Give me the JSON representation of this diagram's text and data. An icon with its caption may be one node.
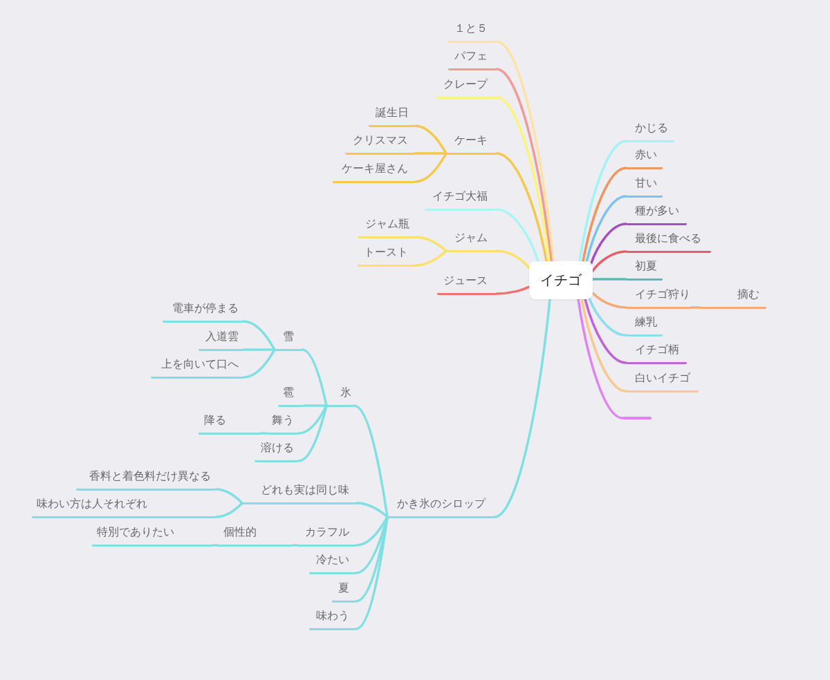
{
  "diagram": {
    "nodes": [
      {
        "text": [
          "イチゴ"
        ]
      },
      {
        "text": [
          "１と５"
        ]
      },
      {
        "text": [
          "パフェ"
        ]
      },
      {
        "text": [
          "クレープ"
        ]
      },
      {
        "text": [
          "ケーキ"
        ]
      },
      {
        "text": [
          "誕生日"
        ]
      },
      {
        "text": [
          "クリスマス"
        ]
      },
      {
        "text": [
          "ケーキ屋さん"
        ]
      },
      {
        "text": [
          "イチゴ大福"
        ]
      },
      {
        "text": [
          "ジャム"
        ]
      },
      {
        "text": [
          "ジャム瓶"
        ]
      },
      {
        "text": [
          "トースト"
        ]
      },
      {
        "text": [
          "ジュース"
        ]
      },
      {
        "text": [
          "かじる"
        ]
      },
      {
        "text": [
          "赤い"
        ]
      },
      {
        "text": [
          "甘い"
        ]
      },
      {
        "text": [
          "種が多い"
        ]
      },
      {
        "text": [
          "最後に食べる"
        ]
      },
      {
        "text": [
          "初夏"
        ]
      },
      {
        "text": [
          "イチゴ狩り"
        ]
      },
      {
        "text": [
          "摘む"
        ]
      },
      {
        "text": [
          "練乳"
        ]
      },
      {
        "text": [
          "イチゴ柄"
        ]
      },
      {
        "text": [
          "白いイチゴ"
        ]
      },
      {
        "text": [],
        "shape": "line"
      },
      {
        "text": [
          "かき氷のシロップ"
        ]
      },
      {
        "text": [
          "氷"
        ]
      },
      {
        "text": [
          "雪"
        ]
      },
      {
        "text": [
          "電車が停まる"
        ]
      },
      {
        "text": [
          "入道雲"
        ]
      },
      {
        "text": [
          "上を向いて口へ"
        ]
      },
      {
        "text": [
          "雹"
        ]
      },
      {
        "text": [
          "舞う"
        ]
      },
      {
        "text": [
          "降る"
        ]
      },
      {
        "text": [
          "溶ける"
        ]
      },
      {
        "text": [
          "どれも実は同じ味"
        ]
      },
      {
        "text": [
          "香料と着色料だけ異なる"
        ]
      },
      {
        "text": [
          "味わい方は人それぞれ"
        ]
      },
      {
        "text": [
          "カラフル"
        ]
      },
      {
        "text": [
          "個性的"
        ]
      },
      {
        "text": [
          "特別でありたい"
        ]
      },
      {
        "text": [
          "冷たい"
        ]
      },
      {
        "text": [
          "夏"
        ]
      },
      {
        "text": [
          "味わう"
        ]
      }
    ],
    "edges": [
      {
        "from": 0,
        "to": 1,
        "arrow": "none",
        "color": "#fde2a6"
      },
      {
        "from": 0,
        "to": 2,
        "arrow": "none",
        "color": "#f29a9a"
      },
      {
        "from": 0,
        "to": 3,
        "arrow": "none",
        "color": "#fbf47a"
      },
      {
        "from": 0,
        "to": 4,
        "arrow": "none",
        "color": "#f5c84a"
      },
      {
        "from": 4,
        "to": 5,
        "arrow": "none",
        "color": "#f5c84a"
      },
      {
        "from": 4,
        "to": 6,
        "arrow": "none",
        "color": "#f5c84a"
      },
      {
        "from": 4,
        "to": 7,
        "arrow": "none",
        "color": "#f5c84a"
      },
      {
        "from": 0,
        "to": 8,
        "arrow": "none",
        "color": "#a6f6f4"
      },
      {
        "from": 0,
        "to": 9,
        "arrow": "none",
        "color": "#fbe06a"
      },
      {
        "from": 9,
        "to": 10,
        "arrow": "none",
        "color": "#fbe06a"
      },
      {
        "from": 9,
        "to": 11,
        "arrow": "none",
        "color": "#fbe06a"
      },
      {
        "from": 0,
        "to": 12,
        "arrow": "none",
        "color": "#ee7373"
      },
      {
        "from": 0,
        "to": 13,
        "arrow": "none",
        "color": "#a0f3f6"
      },
      {
        "from": 0,
        "to": 14,
        "arrow": "none",
        "color": "#f2945e"
      },
      {
        "from": 0,
        "to": 15,
        "arrow": "none",
        "color": "#7ac3ee"
      },
      {
        "from": 0,
        "to": 16,
        "arrow": "none",
        "color": "#a34fc0"
      },
      {
        "from": 0,
        "to": 17,
        "arrow": "none",
        "color": "#ec5b66"
      },
      {
        "from": 0,
        "to": 18,
        "arrow": "none",
        "color": "#5cb8b5"
      },
      {
        "from": 0,
        "to": 19,
        "arrow": "none",
        "color": "#f4ab78"
      },
      {
        "from": 19,
        "to": 20,
        "arrow": "none",
        "color": "#f4ab78"
      },
      {
        "from": 0,
        "to": 21,
        "arrow": "none",
        "color": "#8ddcf2"
      },
      {
        "from": 0,
        "to": 22,
        "arrow": "none",
        "color": "#c063d6"
      },
      {
        "from": 0,
        "to": 23,
        "arrow": "none",
        "color": "#f8c88e"
      },
      {
        "from": 0,
        "to": 24,
        "arrow": "none",
        "color": "#e182f2"
      },
      {
        "from": 0,
        "to": 25,
        "arrow": "none"
      },
      {
        "from": 25,
        "to": 26,
        "arrow": "none"
      },
      {
        "from": 26,
        "to": 27,
        "arrow": "none"
      },
      {
        "from": 27,
        "to": 28,
        "arrow": "none"
      },
      {
        "from": 27,
        "to": 29,
        "arrow": "none"
      },
      {
        "from": 27,
        "to": 30,
        "arrow": "none"
      },
      {
        "from": 26,
        "to": 31,
        "arrow": "none"
      },
      {
        "from": 26,
        "to": 32,
        "arrow": "none"
      },
      {
        "from": 32,
        "to": 33,
        "arrow": "none"
      },
      {
        "from": 26,
        "to": 34,
        "arrow": "none"
      },
      {
        "from": 25,
        "to": 35,
        "arrow": "none"
      },
      {
        "from": 35,
        "to": 36,
        "arrow": "none"
      },
      {
        "from": 35,
        "to": 37,
        "arrow": "none"
      },
      {
        "from": 25,
        "to": 38,
        "arrow": "none"
      },
      {
        "from": 38,
        "to": 39,
        "arrow": "none"
      },
      {
        "from": 39,
        "to": 40,
        "arrow": "none"
      },
      {
        "from": 25,
        "to": 41,
        "arrow": "none"
      },
      {
        "from": 25,
        "to": 42,
        "arrow": "none"
      },
      {
        "from": 25,
        "to": 43,
        "arrow": "none"
      }
    ]
  }
}
